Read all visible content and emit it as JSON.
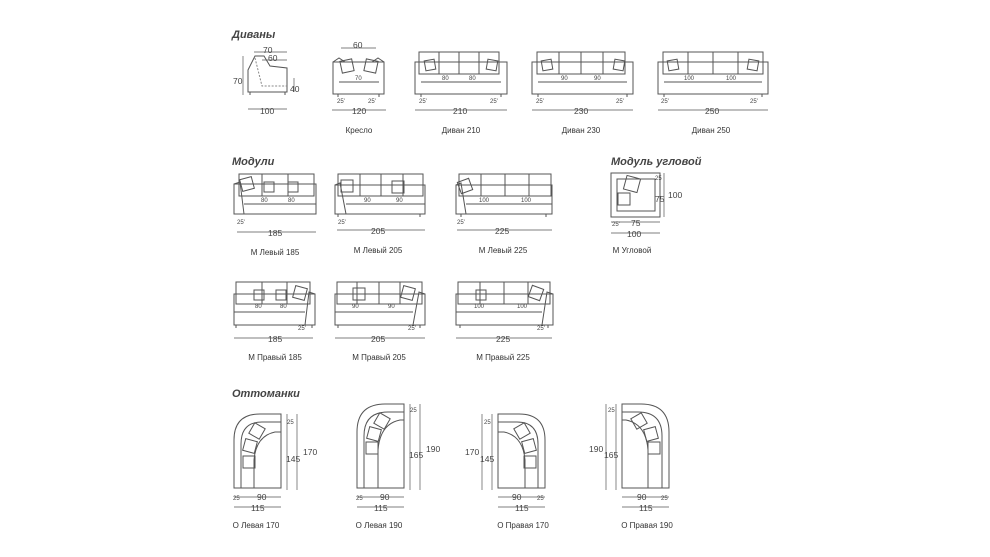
{
  "sections": {
    "sofas": "Диваны",
    "modules": "Модули",
    "corner": "Модуль угловой",
    "ottomans": "Оттоманки"
  },
  "side_view": {
    "d70": "70",
    "d60": "60",
    "h70": "70",
    "h40": "40",
    "w100": "100"
  },
  "sofas": [
    {
      "caption": "",
      "width": "100"
    },
    {
      "caption": "Кресло",
      "width": "120",
      "top": "60",
      "seat": [
        "70"
      ],
      "arm": [
        "25'",
        "25'"
      ]
    },
    {
      "caption": "Диван 210",
      "width": "210",
      "seat": [
        "80",
        "80"
      ],
      "arm": [
        "25'",
        "25'"
      ]
    },
    {
      "caption": "Диван 230",
      "width": "230",
      "seat": [
        "90",
        "90"
      ],
      "arm": [
        "25'",
        "25'"
      ]
    },
    {
      "caption": "Диван 250",
      "width": "250",
      "seat": [
        "100",
        "100"
      ],
      "arm": [
        "25'",
        "25'"
      ]
    }
  ],
  "modules_left": [
    {
      "caption": "М Левый 185",
      "width": "185",
      "seat": [
        "80",
        "80"
      ],
      "arm": "25'"
    },
    {
      "caption": "М Левый 205",
      "width": "205",
      "seat": [
        "90",
        "90"
      ],
      "arm": "25'"
    },
    {
      "caption": "М Левый 225",
      "width": "225",
      "seat": [
        "100",
        "100"
      ],
      "arm": "25'"
    }
  ],
  "modules_right": [
    {
      "caption": "М Правый 185",
      "width": "185",
      "seat": [
        "80",
        "80"
      ],
      "arm": "25'"
    },
    {
      "caption": "М Правый 205",
      "width": "205",
      "seat": [
        "90",
        "90"
      ],
      "arm": "25'"
    },
    {
      "caption": "М Правый 225",
      "width": "225",
      "seat": [
        "100",
        "100"
      ],
      "arm": "25'"
    }
  ],
  "corner_module": {
    "caption": "М Угловой",
    "top": "25",
    "depth": "75",
    "side": "100",
    "arm": "25'",
    "seat": "75",
    "width": "100"
  },
  "ottomans": [
    {
      "caption": "О Левая 170",
      "top": "25",
      "inner": "145",
      "outer": "170",
      "arm": "25",
      "seat": "90",
      "width": "115"
    },
    {
      "caption": "О Левая 190",
      "top": "25",
      "inner": "165",
      "outer": "190",
      "arm": "25",
      "seat": "90",
      "width": "115"
    },
    {
      "caption": "О Правая 170",
      "top": "25",
      "inner": "145",
      "outer": "170",
      "arm": "25",
      "seat": "90",
      "width": "115"
    },
    {
      "caption": "О Правая 190",
      "top": "25",
      "inner": "165",
      "outer": "190",
      "arm": "25",
      "seat": "90",
      "width": "115"
    }
  ]
}
